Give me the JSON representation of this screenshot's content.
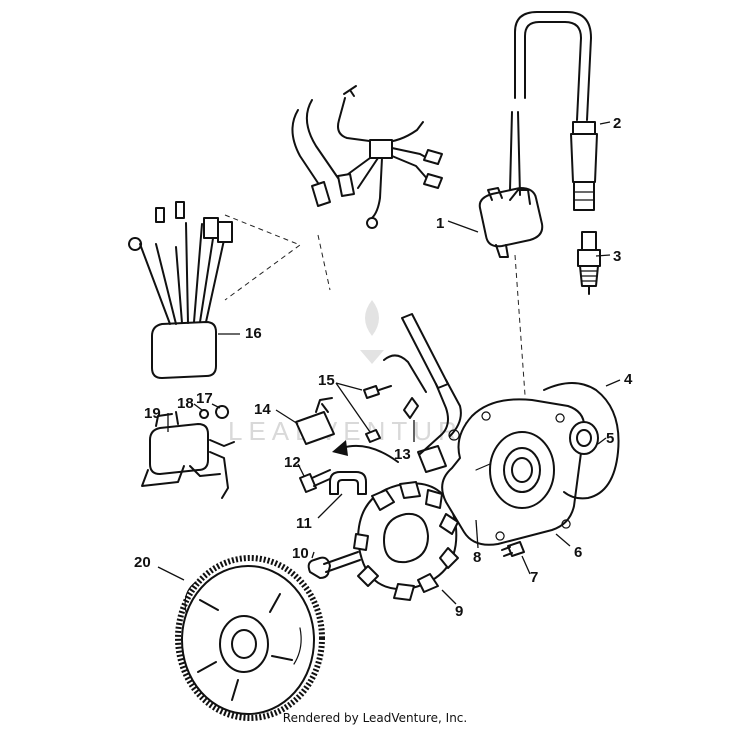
{
  "diagram": {
    "callouts": [
      "1",
      "2",
      "3",
      "4",
      "5",
      "6",
      "7",
      "8",
      "9",
      "10",
      "11",
      "12",
      "13",
      "14",
      "15",
      "16",
      "17",
      "18",
      "19",
      "20"
    ],
    "watermark": "LEADVENTURE"
  },
  "footer": {
    "text": "Rendered by LeadVenture, Inc."
  }
}
